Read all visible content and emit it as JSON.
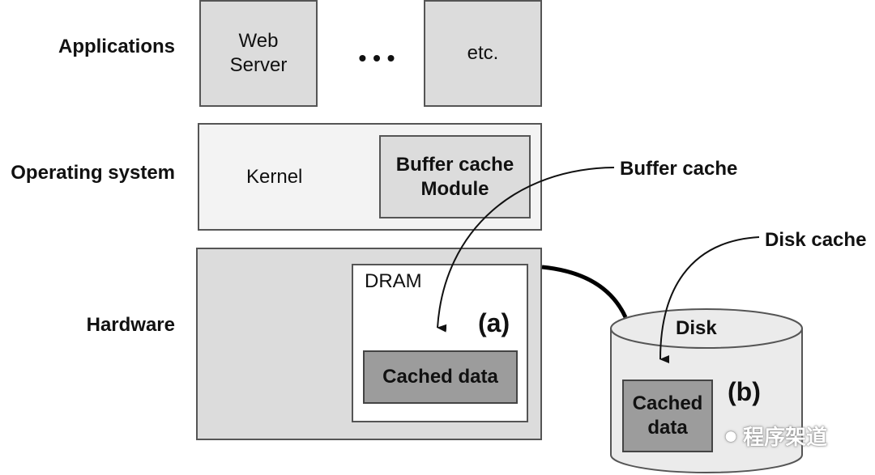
{
  "layers": {
    "applications": "Applications",
    "os": "Operating system",
    "hardware": "Hardware"
  },
  "apps": {
    "web_server_line1": "Web",
    "web_server_line2": "Server",
    "ellipsis": "• • •",
    "etc": "etc."
  },
  "os": {
    "kernel": "Kernel",
    "module_line1": "Buffer cache",
    "module_line2": "Module"
  },
  "hardware": {
    "dram": "DRAM",
    "label_a": "(a)",
    "cached_data": "Cached data"
  },
  "disk": {
    "title": "Disk",
    "label_b": "(b)",
    "cached_line1": "Cached",
    "cached_line2": "data"
  },
  "callouts": {
    "buffer_cache": "Buffer cache",
    "disk_cache": "Disk cache"
  },
  "watermark": {
    "text": "程序架道"
  },
  "colors": {
    "box_gray": "#dcdcdc",
    "box_light": "#f3f3f3",
    "cached_fill": "#9c9c9c",
    "border": "#555555"
  }
}
